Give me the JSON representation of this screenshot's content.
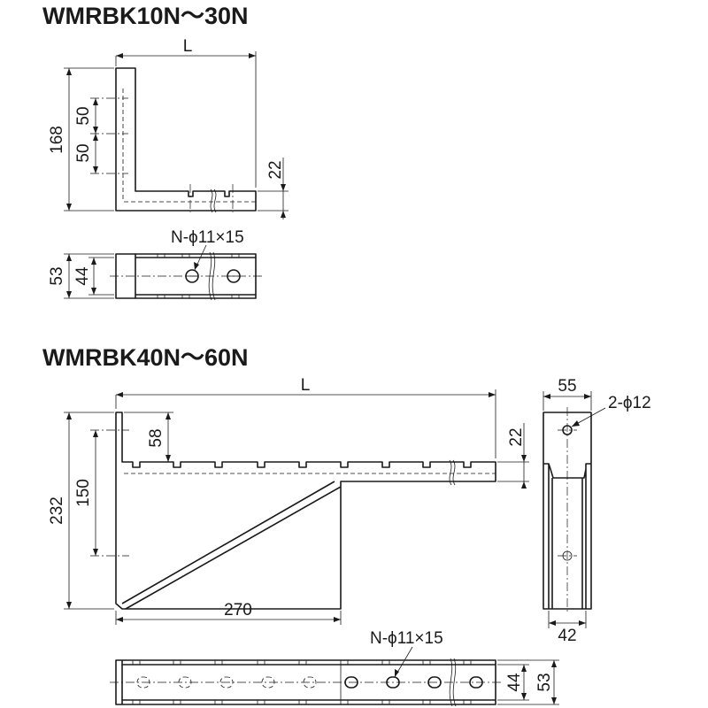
{
  "top_section": {
    "title": "WMRBK10N～30N",
    "dims": {
      "length": "L",
      "height": "168",
      "pitch_upper": "50",
      "pitch_lower": "50",
      "arm_depth": "22",
      "outer_width": "53",
      "inner_width": "44",
      "holes": "N-ϕ11×15"
    }
  },
  "bottom_section": {
    "title": "WMRBK40N～60N",
    "dims": {
      "length": "L",
      "height": "232",
      "pitch": "150",
      "top_offset": "58",
      "arm_depth": "22",
      "brace_span": "270",
      "holes": "N-ϕ11×15",
      "outer_width": "53",
      "inner_width": "44"
    },
    "end_view": {
      "outer_width": "55",
      "inner_width": "42",
      "holes": "2-ϕ12"
    }
  }
}
